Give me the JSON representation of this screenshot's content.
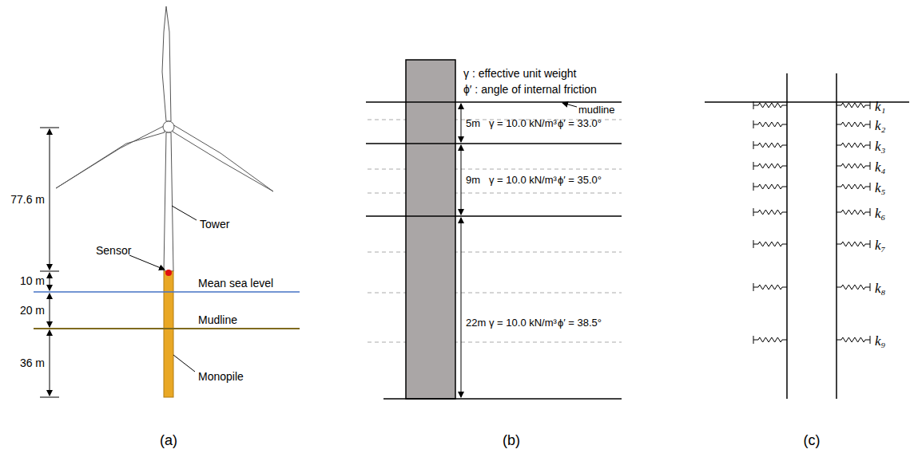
{
  "diagram": {
    "labels": [
      "77.6 m",
      "10 m",
      "20 m",
      "36 m",
      "Sensor",
      "Tower",
      "Mean sea level",
      "Mudline",
      "Monopile",
      "(a)",
      "γ  : effective unit weight",
      "ϕ′ : angle of internal friction",
      "mudline",
      "5m",
      "γ = 10.0 kN/m³",
      "ϕ′ = 33.0°",
      "9m",
      "γ = 10.0 kN/m³",
      "ϕ′ = 35.0°",
      "22m",
      "γ = 10.0 kN/m³",
      "ϕ′ = 38.5°",
      "(b)",
      "k₁",
      "k₂",
      "k₃",
      "k₄",
      "k₅",
      "k₆",
      "k₇",
      "k₈",
      "k₉",
      "(c)"
    ]
  }
}
